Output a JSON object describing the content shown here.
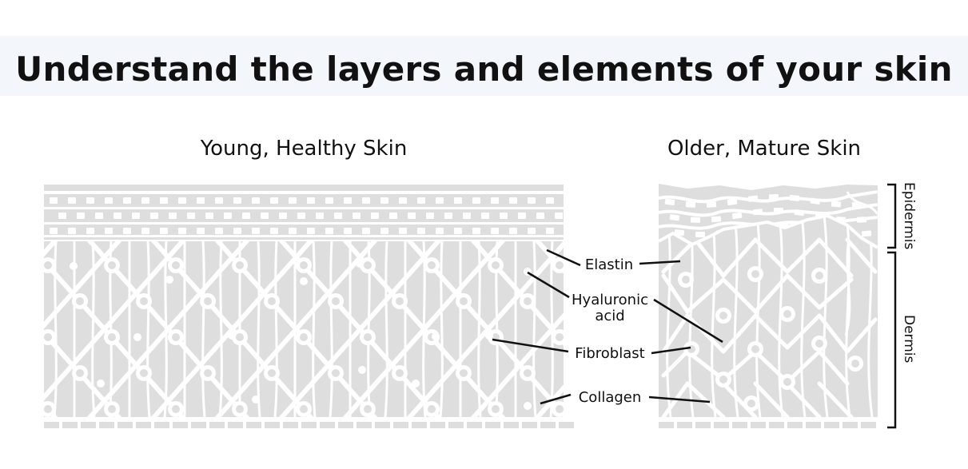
{
  "title": "Understand the layers and elements of your skin",
  "panels": {
    "young": "Young, Healthy Skin",
    "older": "Older, Mature Skin"
  },
  "labels": {
    "elastin": "Elastin",
    "hyaluronic_line1": "Hyaluronic",
    "hyaluronic_line2": "acid",
    "fibroblast": "Fibroblast",
    "collagen": "Collagen"
  },
  "layers": {
    "epidermis": "Epidermis",
    "dermis": "Dermis"
  },
  "colors": {
    "tissue": "#dedede",
    "fiber": "#ffffff",
    "ink": "#111111",
    "title_band": "#f3f7fb"
  }
}
